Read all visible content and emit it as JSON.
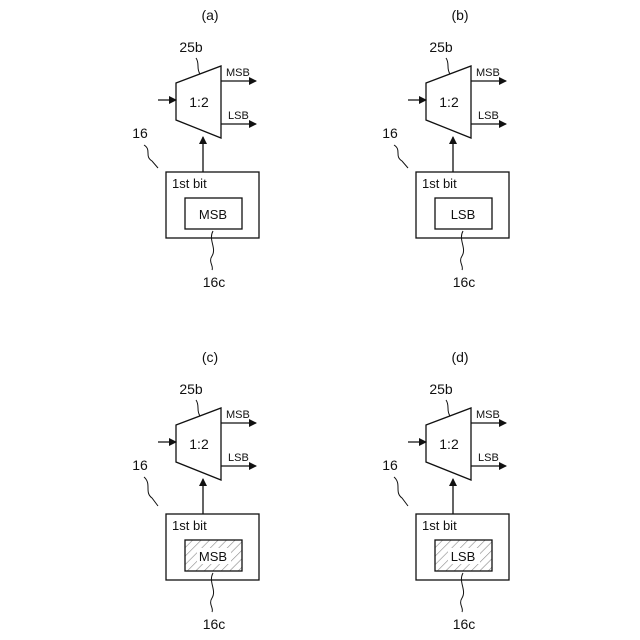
{
  "panels": [
    {
      "label": "(a)",
      "ref_mux": "25b",
      "mux_ratio": "1:2",
      "out_top": "MSB",
      "out_bottom": "LSB",
      "ref_memory": "16",
      "memory_title": "1st bit",
      "inner_value": "MSB",
      "inner_hatched": false,
      "ref_inner": "16c"
    },
    {
      "label": "(b)",
      "ref_mux": "25b",
      "mux_ratio": "1:2",
      "out_top": "MSB",
      "out_bottom": "LSB",
      "ref_memory": "16",
      "memory_title": "1st bit",
      "inner_value": "LSB",
      "inner_hatched": false,
      "ref_inner": "16c"
    },
    {
      "label": "(c)",
      "ref_mux": "25b",
      "mux_ratio": "1:2",
      "out_top": "MSB",
      "out_bottom": "LSB",
      "ref_memory": "16",
      "memory_title": "1st bit",
      "inner_value": "MSB",
      "inner_hatched": true,
      "ref_inner": "16c"
    },
    {
      "label": "(d)",
      "ref_mux": "25b",
      "mux_ratio": "1:2",
      "out_top": "MSB",
      "out_bottom": "LSB",
      "ref_memory": "16",
      "memory_title": "1st bit",
      "inner_value": "LSB",
      "inner_hatched": true,
      "ref_inner": "16c"
    }
  ]
}
